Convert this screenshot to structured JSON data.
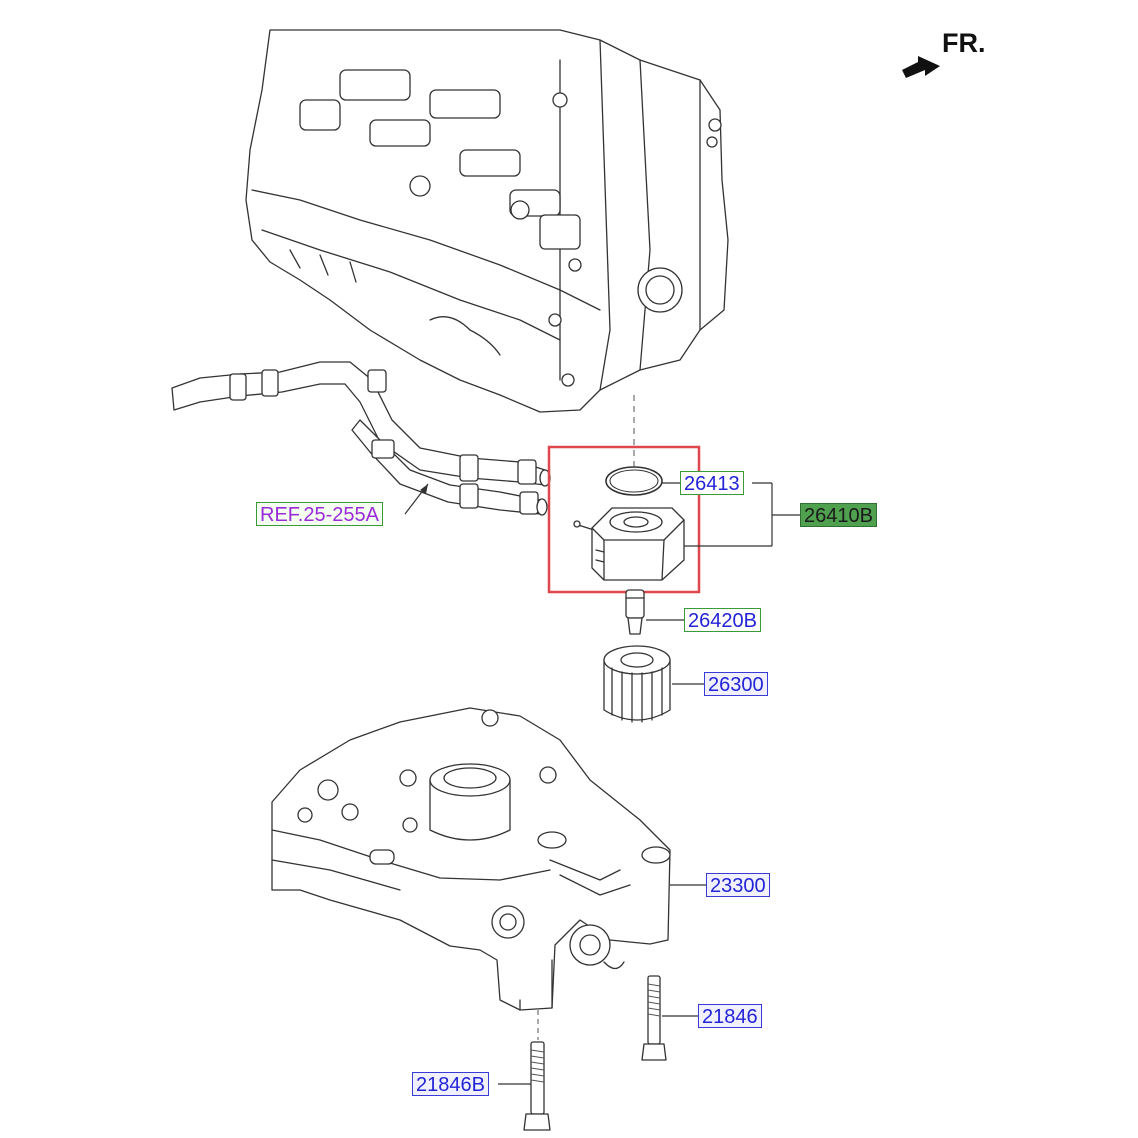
{
  "direction_label": "FR.",
  "colors": {
    "highlight_box": "#e0474c",
    "label_text": "#2323d8",
    "ref_text": "#9b2bd8",
    "assembly_label_bg": "#4fa04f",
    "line": "#333333"
  },
  "labels": {
    "ref": "REF.25-255A",
    "gasket": "26413",
    "oil_cooler_assy": "26410B",
    "connector_bolt": "26420B",
    "oil_filter": "26300",
    "oil_pump": "23300",
    "bolt_right": "21846",
    "bolt_left": "21846B"
  },
  "icons": [
    "front-direction-arrow-icon"
  ]
}
